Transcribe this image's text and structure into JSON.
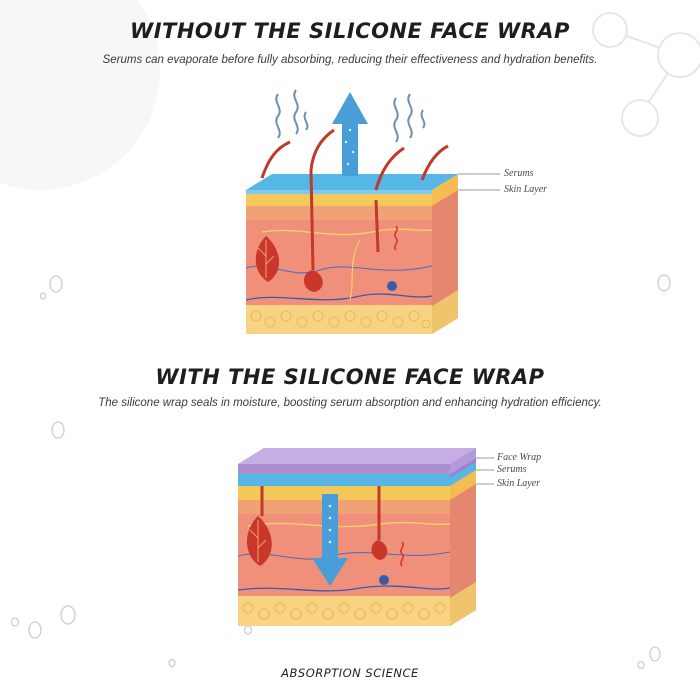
{
  "top": {
    "title": "WITHOUT THE SILICONE FACE WRAP",
    "subtitle": "Serums can evaporate before fully absorbing, reducing their effectiveness and hydration benefits.",
    "labels": [
      "Serums",
      "Skin Layer"
    ]
  },
  "bottom": {
    "title": "WITH THE SILICONE FACE WRAP",
    "subtitle": "The silicone wrap seals in moisture, boosting serum absorption and enhancing hydration efficiency.",
    "labels": [
      "Face Wrap",
      "Serums",
      "Skin Layer"
    ]
  },
  "footer": "ABSORPTION SCIENCE",
  "icons": {
    "evaporation": "wavy-steam-icon",
    "up_arrow": "up-arrow-icon",
    "down_arrow": "down-arrow-icon",
    "molecule": "molecule-icon",
    "droplets": "water-droplet-icon"
  },
  "colors": {
    "serum": "#56b6e6",
    "face_wrap": "#b49ad8",
    "skin_top": "#f5c85c",
    "skin_body": "#f0907a",
    "fat_layer": "#f7d382",
    "arrow": "#4a9ed8",
    "hair": "#c0392b"
  }
}
